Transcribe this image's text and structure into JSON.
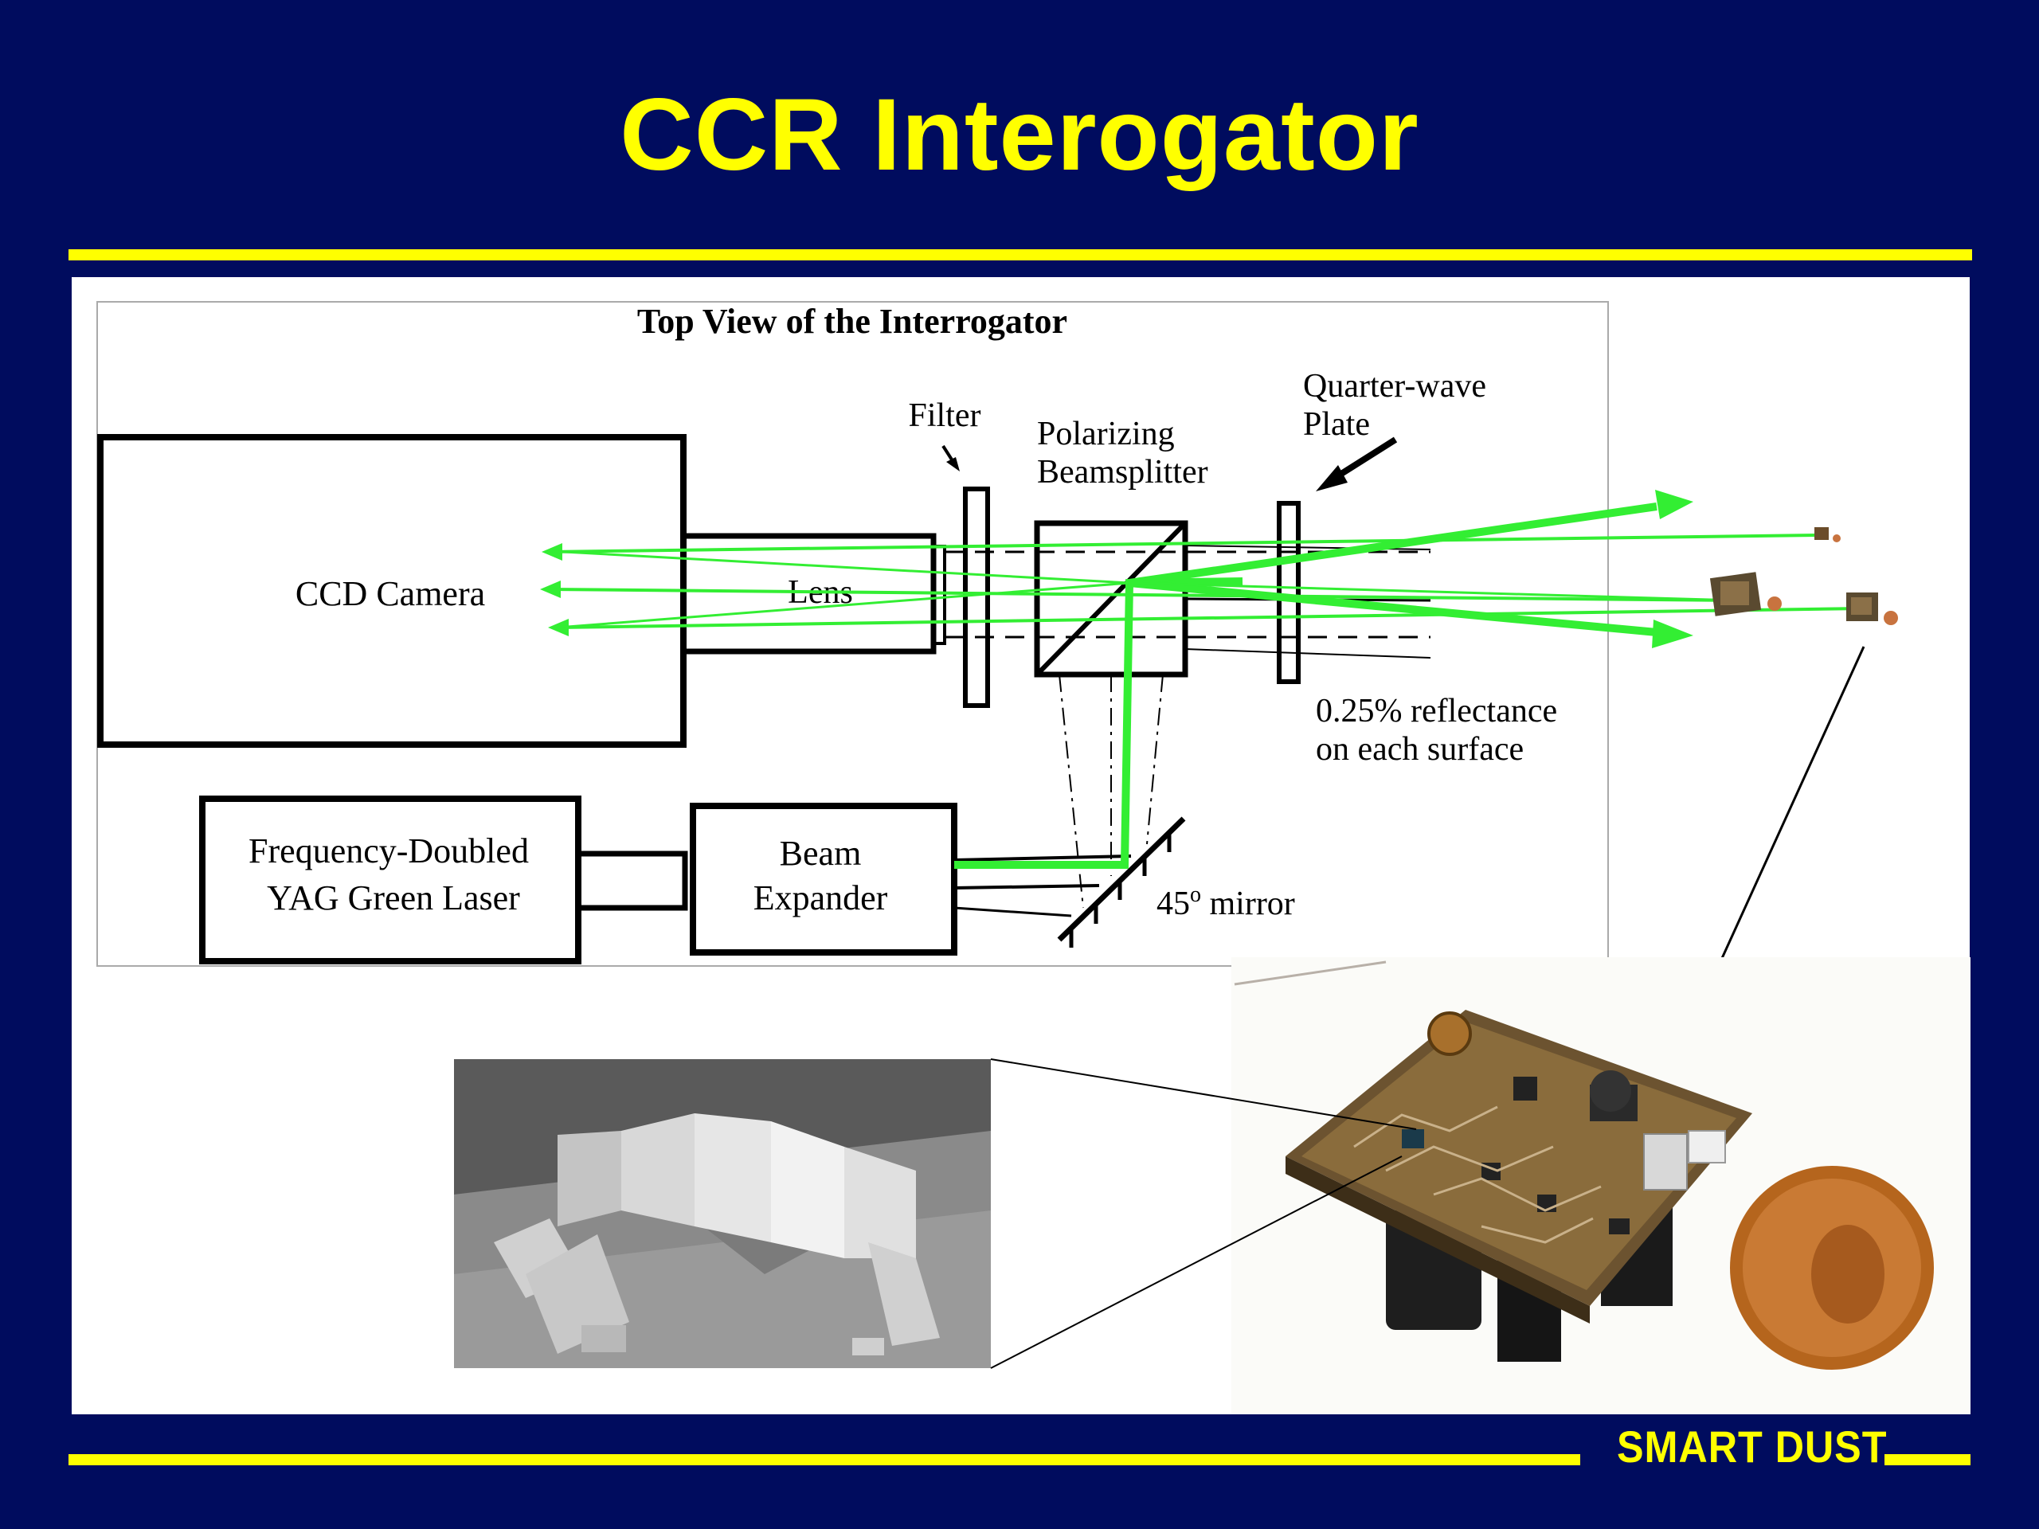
{
  "slide": {
    "title": "CCR Interogator",
    "footer": "SMART DUST"
  },
  "diagram": {
    "caption": "Top View of the Interrogator",
    "ccd_camera": "CCD Camera",
    "lens": "Lens",
    "filter": "Filter",
    "beamsplitter_line1": "Polarizing",
    "beamsplitter_line2": "Beamsplitter",
    "qwp_line1": "Quarter-wave",
    "qwp_line2": "Plate",
    "reflect_line1": "0.25% reflectance",
    "reflect_line2": "on each surface",
    "laser_line1": "Frequency-Doubled",
    "laser_line2": "YAG Green Laser",
    "expander_line1": "Beam",
    "expander_line2": "Expander",
    "mirror_num": "45",
    "mirror_sup": "o",
    "mirror_rest": " mirror"
  },
  "colors": {
    "background": "#000c5e",
    "title": "#ffff00",
    "accent": "#ffff00",
    "beam": "#33ee33"
  }
}
